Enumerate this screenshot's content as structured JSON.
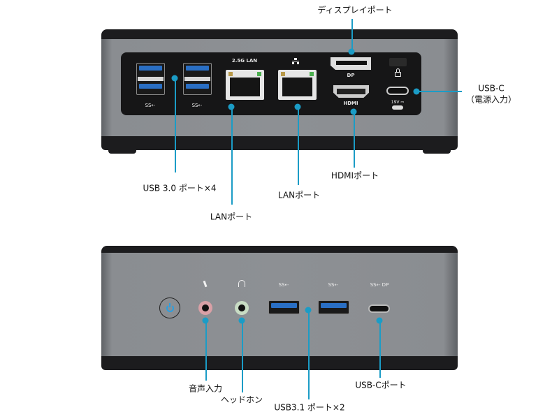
{
  "accent_color": "#1b9cc6",
  "rear_panel": {
    "port_labels": {
      "lan_2_5g": "2.5G LAN",
      "dp": "DP",
      "hdmi": "HDMI",
      "usb_ss": "SS⇠",
      "power_spec": "19V ⎓"
    },
    "callouts": {
      "usb30": "USB 3.0 ポート×4",
      "lan1": "LANポート",
      "lan2": "LANポート",
      "displayport": "ディスプレイポート",
      "hdmi": "HDMIポート",
      "usbc_line1": "USB-C",
      "usbc_line2": "（電源入力）"
    }
  },
  "front_panel": {
    "port_labels": {
      "usb_ss": "SS⇠",
      "usbc_ss_dp": "SS⇠ DP"
    },
    "callouts": {
      "audio_in": "音声入力",
      "headphone": "ヘッドホン",
      "usb31": "USB3.1 ポート×2",
      "usbc": "USB-Cポート"
    }
  }
}
